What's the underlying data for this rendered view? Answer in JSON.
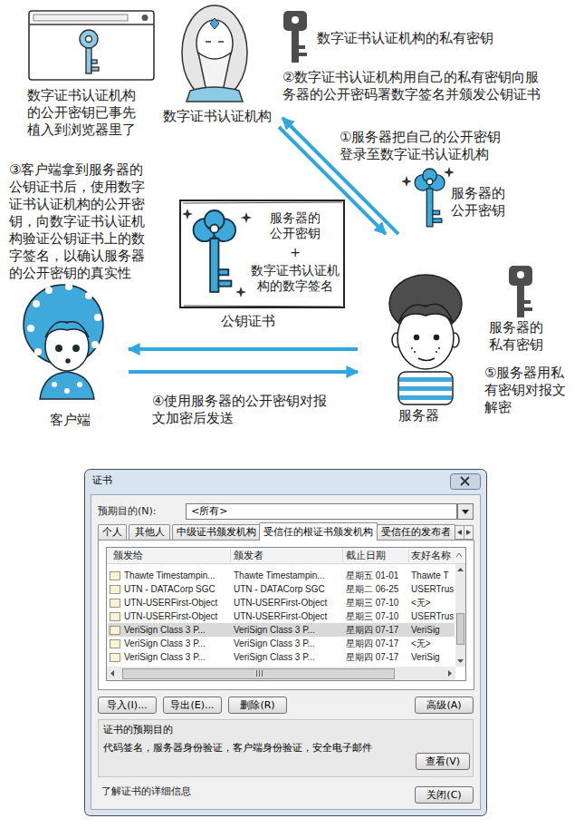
{
  "diagram": {
    "nodes": [
      {
        "text": [
          "数字证书认证机构"
        ]
      },
      {
        "text": [
          "服务器的公开密钥",
          "+",
          "数字证书认证机构的数字签名",
          "公钥证书"
        ]
      },
      {
        "text": [
          "客户端"
        ]
      },
      {
        "text": [
          "服务器"
        ]
      },
      {
        "text": [
          "证书"
        ]
      },
      {
        "text": [
          "<所有>"
        ],
        "in": 4
      },
      {
        "text": [
          "个人"
        ],
        "in": 4
      },
      {
        "text": [
          "其他人"
        ],
        "in": 4
      },
      {
        "text": [
          "中级证书颁发机构"
        ],
        "in": 4
      },
      {
        "text": [
          "受信任的根证书颁发机构"
        ],
        "in": 4
      },
      {
        "text": [
          "受信任的发布者"
        ],
        "in": 4
      },
      {
        "text": [
          "导入(I)..."
        ],
        "in": 4
      },
      {
        "text": [
          "导出(E)..."
        ],
        "in": 4
      },
      {
        "text": [
          "删除(R)"
        ],
        "in": 4
      },
      {
        "text": [
          "高级(A)"
        ],
        "in": 4
      },
      {
        "text": [
          "证书的预期目的",
          "代码签名，服务器身份验证，客户端身份验证，安全电子邮件"
        ],
        "in": 4
      },
      {
        "text": [
          "查看(V)"
        ],
        "in": 15
      },
      {
        "text": [
          "关闭(C)"
        ],
        "in": 4
      }
    ],
    "edges": [
      {
        "from": 3,
        "to": 0,
        "arrow": "to"
      },
      {
        "from": 0,
        "to": 3,
        "arrow": "to"
      },
      {
        "from": 3,
        "to": 2,
        "arrow": "to"
      },
      {
        "from": 2,
        "to": 3,
        "arrow": "to"
      }
    ],
    "labels": [
      "数字证书认证机构的公开密钥已事先植入到浏览器里了",
      "数字证书认证机构的私有密钥",
      "②数字证书认证机构用自己的私有密钥向服务器的公开密码署数字签名并颁发公钥证书",
      "①服务器把自己的公开密钥登录至数字证书认证机构",
      "服务器的公开密钥",
      "③客户端拿到服务器的公钥证书后，使用数字证书认证机构的公开密钥，向数字证书认证机构验证公钥证书上的数字签名，以确认服务器的公开密钥的真实性",
      "服务器的私有密钥",
      "④使用服务器的公开密钥对报文加密后发送",
      "⑤服务器用私有密钥对报文解密",
      "预期目的(N):",
      "颁发给",
      "颁发者",
      "截止日期",
      "友好名称",
      "Thawte Timestampin...",
      "Thawte Timestampin...",
      "星期五 01-01",
      "Thawte T",
      "UTN - DATACorp SGC",
      "UTN - DATACorp SGC",
      "星期二 06-25",
      "USERTrus",
      "UTN-USERFirst-Object",
      "UTN-USERFirst-Object",
      "星期三 07-10",
      "<无>",
      "UTN-USERFirst-Object",
      "UTN-USERFirst-Object",
      "星期三 07-10",
      "USERTrus",
      "VeriSign Class 3 P...",
      "VeriSign Class 3 P...",
      "星期四 07-17",
      "VeriSig",
      "VeriSign Class 3 P...",
      "VeriSign Class 3 P...",
      "星期四 07-17",
      "<无>",
      "VeriSign Class 3 P...",
      "VeriSign Class 3 P...",
      "星期四 07-17",
      "VeriSig",
      "了解证书的详细信息"
    ]
  }
}
